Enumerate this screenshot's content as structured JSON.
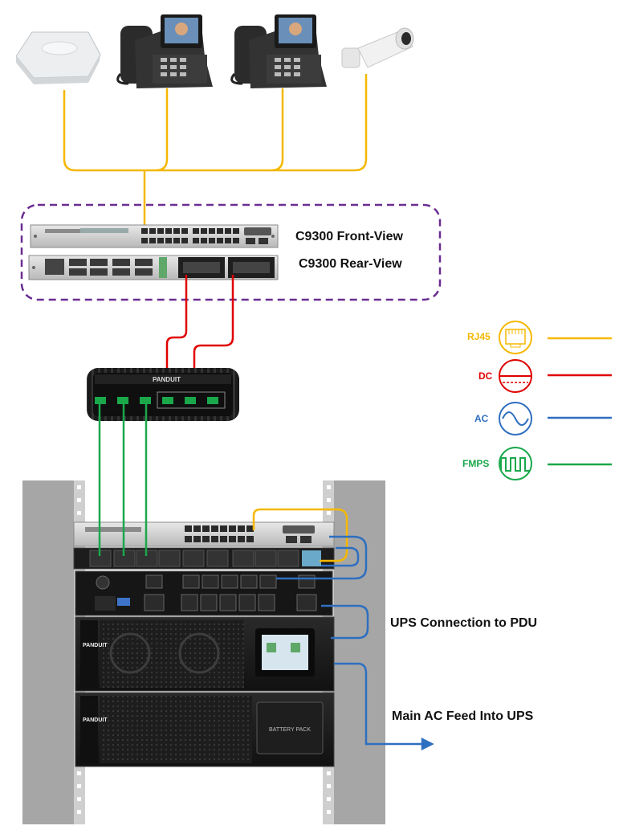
{
  "labels": {
    "front_view": "C9300 Front-View",
    "rear_view": "C9300 Rear-View",
    "ups_to_pdu": "UPS Connection to PDU",
    "main_ac": "Main AC Feed Into UPS",
    "ups_brand": "PANDUIT",
    "battery_brand": "PANDUIT",
    "battery_pack": "BATTERY PACK",
    "dc_unit_brand": "PANDUIT"
  },
  "legend": [
    {
      "label": "RJ45",
      "color": "#f5b800",
      "icon": "rj45-port-icon"
    },
    {
      "label": "DC",
      "color": "#e00000",
      "icon": "dc-symbol-icon"
    },
    {
      "label": "AC",
      "color": "#2e6fc0",
      "icon": "ac-sine-icon"
    },
    {
      "label": "FMPS",
      "color": "#1aa84b",
      "icon": "fmps-pulse-icon"
    }
  ],
  "colors": {
    "rj45": "#f5b800",
    "dc": "#e00000",
    "ac": "#2e6fc0",
    "fmps": "#1aa84b",
    "group_border": "#6a2d91"
  },
  "devices": {
    "access_point": "access-point-icon",
    "phone_1": "ip-phone-icon",
    "phone_2": "ip-phone-icon",
    "camera": "security-camera-icon"
  }
}
